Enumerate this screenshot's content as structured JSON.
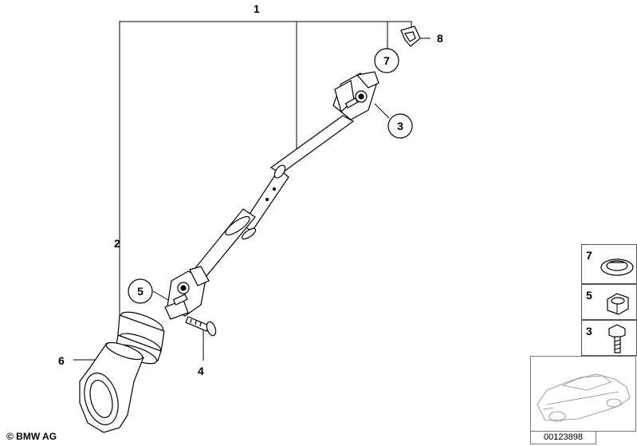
{
  "callouts": {
    "c1": "1",
    "c2": "2",
    "c3": "3",
    "c4": "4",
    "c5": "5",
    "c6": "6",
    "c7": "7",
    "c8": "8"
  },
  "legend": [
    {
      "number": "7",
      "part": "ring-icon"
    },
    {
      "number": "5",
      "part": "hex-nut-icon"
    },
    {
      "number": "3",
      "part": "bolt-icon"
    }
  ],
  "diagram_id": "00123898",
  "copyright": "© BMW AG"
}
